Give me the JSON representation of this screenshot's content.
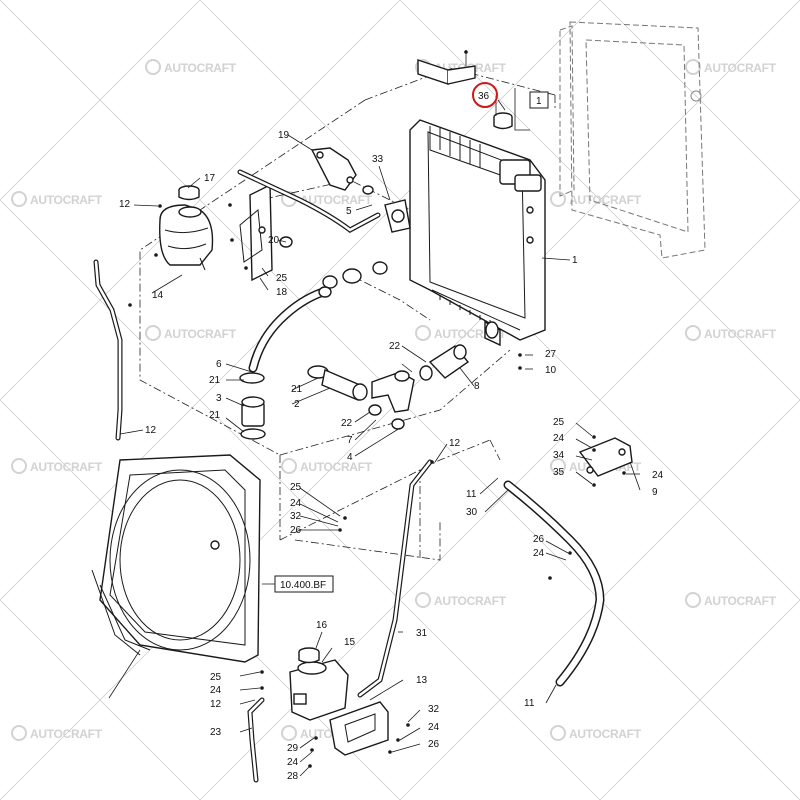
{
  "watermark": {
    "text": "AUTOCRAFT",
    "color": "#d2d2d2"
  },
  "highlight_color": "#d01818",
  "highlighted_callout": "36",
  "callouts": {
    "c1a": "1",
    "c1b": "1",
    "c2": "2",
    "c3": "3",
    "c4": "4",
    "c5": "5",
    "c6": "6",
    "c7": "7",
    "c8": "8",
    "c9": "9",
    "c10": "10",
    "c11a": "11",
    "c11b": "11",
    "c12a": "12",
    "c12b": "12",
    "c12c": "12",
    "c12d": "12",
    "c13": "13",
    "c14": "14",
    "c15": "15",
    "c16": "16",
    "c17": "17",
    "c18": "18",
    "c19": "19",
    "c20": "20",
    "c21a": "21",
    "c21b": "21",
    "c21c": "21",
    "c22a": "22",
    "c22b": "22",
    "c23": "23",
    "c24a": "24",
    "c24b": "24",
    "c24c": "24",
    "c24d": "24",
    "c24e": "24",
    "c24f": "24",
    "c24g": "24",
    "c25a": "25",
    "c25b": "25",
    "c25c": "25",
    "c25d": "25",
    "c26a": "26",
    "c26b": "26",
    "c26c": "26",
    "c27": "27",
    "c28": "28",
    "c29": "29",
    "c30": "30",
    "c31": "31",
    "c32a": "32",
    "c32b": "32",
    "c33": "33",
    "c34": "34",
    "c35": "35",
    "c36": "36"
  },
  "reference_label": "10.400.BF"
}
